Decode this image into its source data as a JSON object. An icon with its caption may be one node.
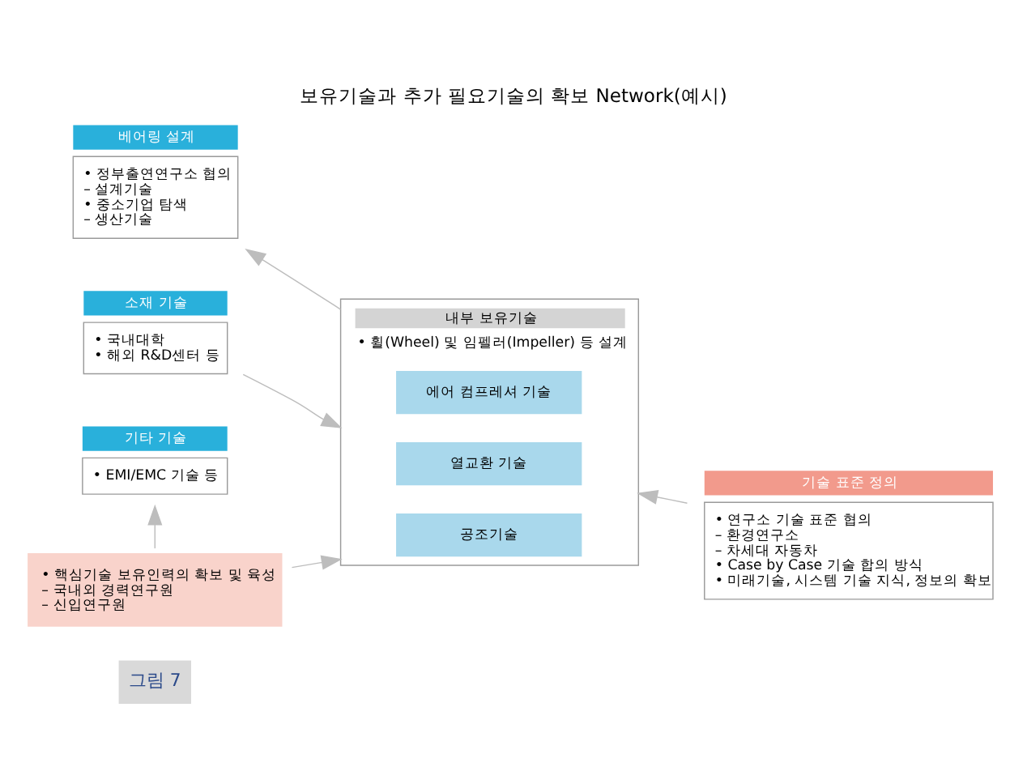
{
  "diagram": {
    "title": "보유기술과 추가 필요기술의 확보 Network(예시)",
    "nodes": [
      {
        "text": [
          "베어링 설계",
          "• 정부출연연구소 협의",
          "– 설계기술",
          "• 중소기업 탐색",
          "– 생산기술"
        ]
      },
      {
        "text": [
          "내부 보유기술",
          "• 휠(Wheel) 및 임펠러(Impeller) 등 설계"
        ]
      },
      {
        "text": [
          "에어 컴프레셔 기술"
        ],
        "in": 1
      },
      {
        "text": [
          "열교환 기술"
        ],
        "in": 1
      },
      {
        "text": [
          "공조기술"
        ],
        "in": 1
      },
      {
        "text": [
          "기술 표준 정의",
          "• 연구소 기술 표준 협의",
          "– 환경연구소",
          "– 차세대 자동차",
          "• Case by Case 기술 합의 방식",
          "• 미래기술, 시스템 기술 지식, 정보의 확보"
        ]
      },
      {
        "text": [
          "소재 기술",
          "• 국내대학",
          "• 해외 R&D센터 등"
        ]
      },
      {
        "text": [
          "기타 기술",
          "• EMI/EMC 기술 등"
        ]
      },
      {
        "text": [
          "• 핵심기술 보유인력의 확보 및 육성",
          "– 국내외 경력연구원",
          "– 신입연구원"
        ]
      }
    ],
    "edges": [
      {
        "from": 1,
        "to": 0,
        "arrow": "to"
      },
      {
        "from": 5,
        "to": 1,
        "arrow": "to"
      },
      {
        "from": 6,
        "to": 1,
        "arrow": "to"
      },
      {
        "from": 8,
        "to": 1,
        "arrow": "to"
      },
      {
        "from": 8,
        "to": 7,
        "arrow": "to"
      }
    ],
    "labels": [
      "그림 7"
    ]
  }
}
